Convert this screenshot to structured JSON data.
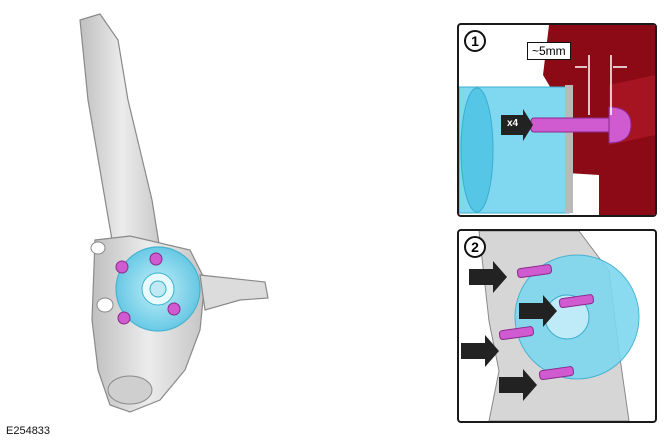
{
  "figure": {
    "reference_code": "E254833"
  },
  "steps": [
    {
      "number": "1",
      "dimension_label": "~5mm",
      "quantity_label": "x4"
    },
    {
      "number": "2"
    }
  ],
  "colors": {
    "knuckle": "#d9d9d9",
    "hub": "#7fd8ef",
    "bolt": "#d05ad0",
    "backing_plate": "#8c0a16",
    "arrow": "#222222"
  },
  "icons": [
    "install-arrow-icon",
    "striped-arrow-icon"
  ]
}
